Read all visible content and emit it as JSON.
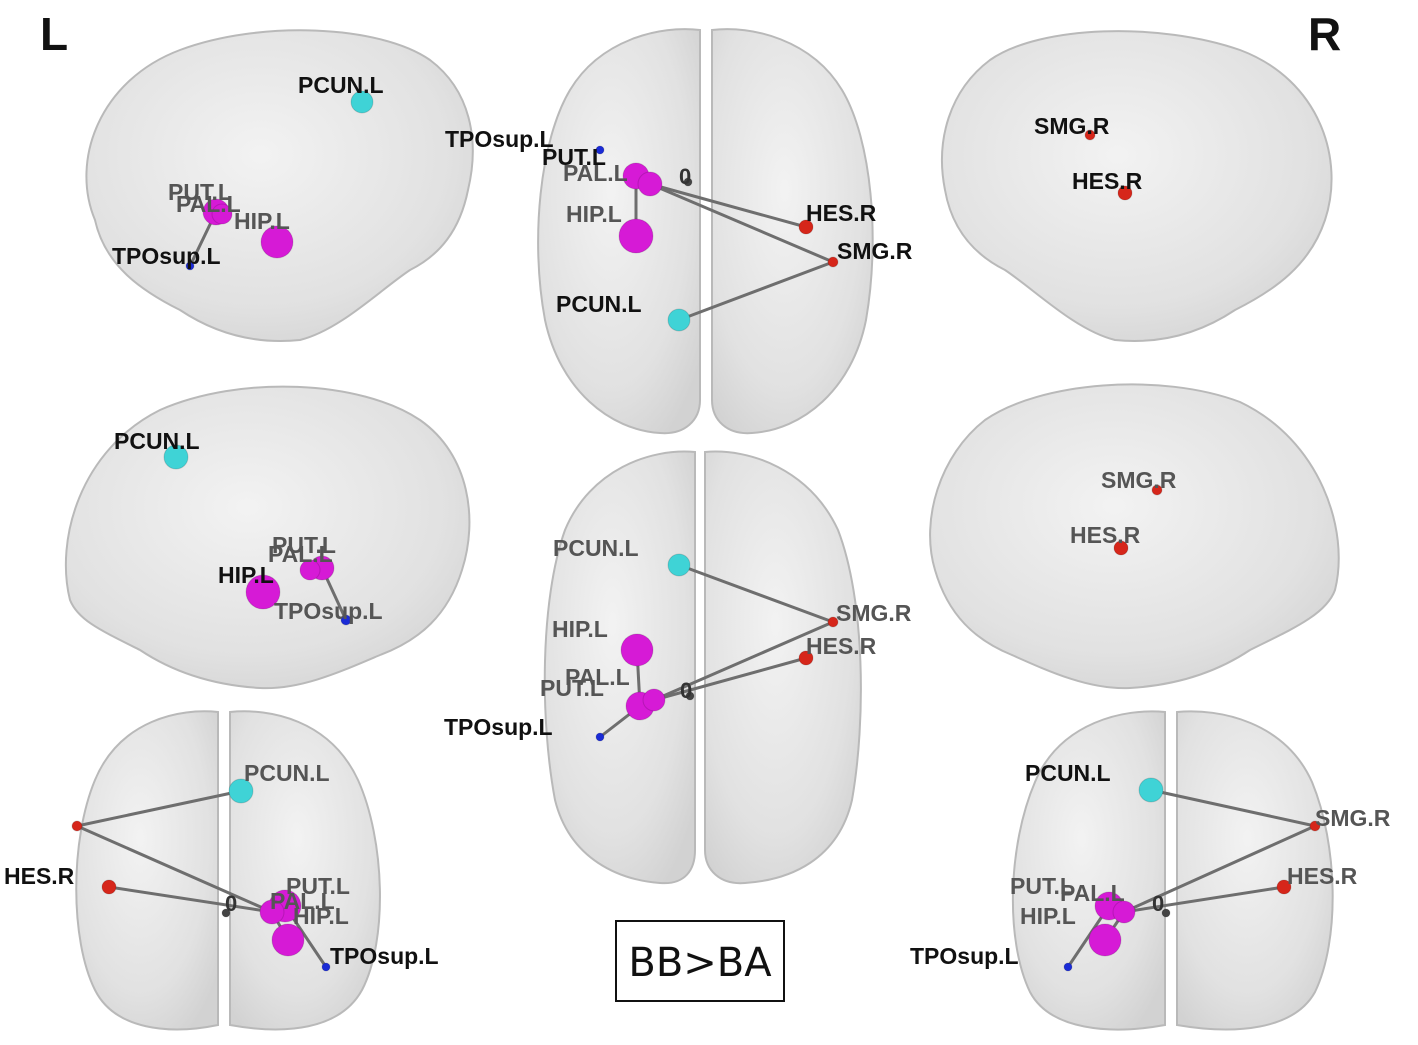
{
  "side_labels": {
    "left": "L",
    "right": "R"
  },
  "contrast_label": "BB>BA",
  "zero_label": "0",
  "colors": {
    "brain_fill": "#dcdcdc",
    "brain_stroke": "#b9b9b9",
    "edge": "#6e6e6e",
    "PCUN.L": "#3fd3d6",
    "PUT.L": "#d61ad6",
    "PAL.L": "#d61ad6",
    "HIP.L": "#d61ad6",
    "TPOsup.L": "#1a2bd6",
    "HES.R": "#d6261a",
    "SMG.R": "#d6261a",
    "zero_node": "#444444"
  },
  "nodes": [
    {
      "id": "PCUN.L",
      "label": "PCUN.L"
    },
    {
      "id": "PUT.L",
      "label": "PUT.L"
    },
    {
      "id": "PAL.L",
      "label": "PAL.L"
    },
    {
      "id": "HIP.L",
      "label": "HIP.L"
    },
    {
      "id": "TPOsup.L",
      "label": "TPOsup.L"
    },
    {
      "id": "HES.R",
      "label": "HES.R"
    },
    {
      "id": "SMG.R",
      "label": "SMG.R"
    }
  ],
  "edges": [
    [
      "PAL.L",
      "HES.R"
    ],
    [
      "PAL.L",
      "SMG.R"
    ],
    [
      "PCUN.L",
      "SMG.R"
    ],
    [
      "PUT.L",
      "TPOsup.L"
    ],
    [
      "PAL.L",
      "HIP.L"
    ]
  ],
  "views": [
    "left-lateral",
    "top-axial",
    "right-lateral",
    "left-medial",
    "bottom-axial",
    "right-medial",
    "posterior-coronal",
    "anterior-coronal"
  ]
}
